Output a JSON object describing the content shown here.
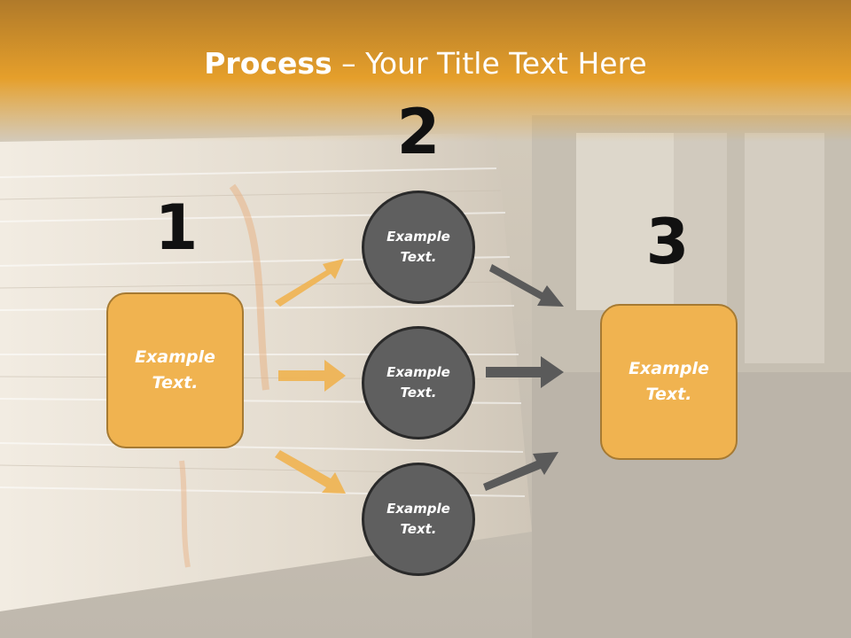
{
  "title": {
    "bold": "Process",
    "rest": " – Your Title Text Here"
  },
  "numbers": [
    "1",
    "2",
    "3"
  ],
  "step1": {
    "text": "Example\nText."
  },
  "step2": [
    {
      "text": "Example\nText."
    },
    {
      "text": "Example\nText."
    },
    {
      "text": "Example\nText."
    }
  ],
  "step3": {
    "text": "Example\nText."
  },
  "colors": {
    "orange": "#f0b350",
    "circle": "#5f5f5f",
    "header": "#eba02a",
    "arrow_gray": "#5a5a5a"
  }
}
